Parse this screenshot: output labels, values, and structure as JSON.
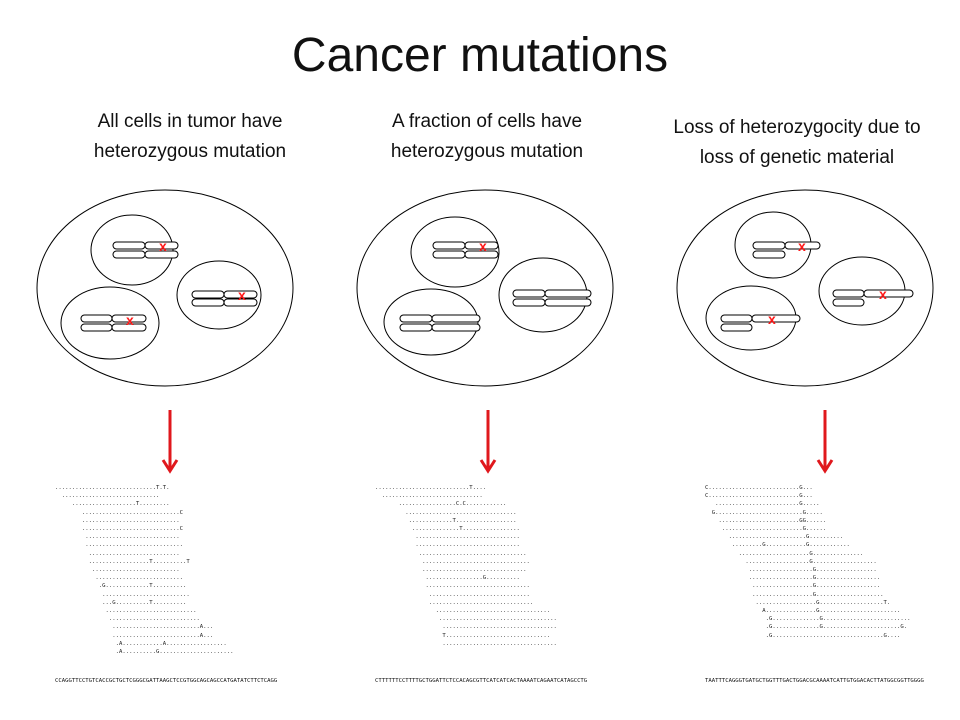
{
  "title": "Cancer mutations",
  "columns": [
    {
      "subtitle_line1": "All cells in tumor have",
      "subtitle_line2": "heterozygous mutation",
      "reads": [
        "..............................T.T.",
        "  .............................",
        "     ...................T.........",
        "        .............................C",
        "        .............................",
        "        .............................C",
        "         ............................",
        "         .............................",
        "          ...........................",
        "          ..................T..........T",
        "           ..........................",
        "            ..........................",
        "             .G.............T..........",
        "              ..........................",
        "              ...G..........T..........",
        "               ...........................",
        "                ...........................",
        "                 ..........................A...",
        "                 ..........................A...",
        "                  .A............A..................",
        "                  .A..........G......................"
      ],
      "reference": "CCAGGTTCCTGTCACCGCTGCTCGGGCGATTAAGCTCCGTGGCAGCAGCCATGATATCTTCTCAGG"
    },
    {
      "subtitle_line1": "A fraction of cells have",
      "subtitle_line2": "heterozygous mutation",
      "reads": [
        "............................T....",
        "  ..............................",
        "       .................C.C............",
        "         .................................",
        "          .............T..................",
        "           ..............T.................",
        "            ...............................",
        "            ...............................",
        "             ................................",
        "              ................................",
        "              ...............................",
        "               .................G..........",
        "               ...............................",
        "                ..............................",
        "                ...............................",
        "                  ..................................",
        "                   ...................................",
        "                    ..................................",
        "                    T...............................",
        "                    .................................."
      ],
      "reference": "CTTTTTTCCTTTTGCTGGATTCTCCACAGCGTTCATCATCACTAAAATCAGAATCATAGCCTG"
    },
    {
      "subtitle_line1": "Loss of heterozygocity due to",
      "subtitle_line2": "loss of genetic material",
      "reads": [
        "C...........................G...",
        "C...........................G...",
        "   .........................G.....",
        "  G..........................G.....",
        "    ........................GG......",
        "     ........................G......",
        "       .......................G..........",
        "        .........G............G............",
        "          .....................G...............",
        "            ...................G...................",
        "             ...................G..................",
        "             ...................G...................",
        "              ..................G...................",
        "              ..................G....................",
        "               ..................G...................T.",
        "                 A...............G........................",
        "                  .G..............G..........................",
        "                  .G..............G.......................G.",
        "                  .G.................................G...."
      ],
      "reference": "TAATTTCAGGGTGATGCTGGTTTGACTGGACGCAAAATCATTGTGGACACTTATGGCGGTTGGGG"
    }
  ],
  "colors": {
    "mutation_marker": "#ff1a1a",
    "arrow": "#e0181d",
    "outline": "#000000"
  }
}
